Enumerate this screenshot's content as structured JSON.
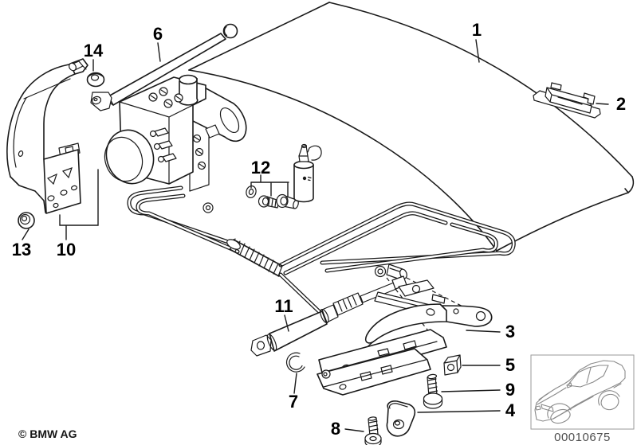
{
  "diagram": {
    "description_names": {
      "c1": "trunk-lid",
      "c2": "licence-plate-lamp",
      "c3": "hinge-assembly",
      "c4": "cover",
      "c5": "nut",
      "c6": "gas-strut",
      "c7": "snap-ring",
      "c8": "screw",
      "c9": "screw",
      "c10": "mounting-bracket",
      "c11": "hydraulic-cylinder",
      "c12": "fastener-set",
      "c13": "grommet",
      "c14": "flange-nut"
    },
    "callouts": {
      "c1": "1",
      "c2": "2",
      "c3": "3",
      "c4": "4",
      "c5": "5",
      "c6": "6",
      "c7": "7",
      "c8": "8",
      "c9": "9",
      "c10": "10",
      "c11": "11",
      "c12": "12",
      "c13": "13",
      "c14": "14"
    }
  },
  "footer": {
    "copyright": "© BMW AG"
  },
  "inset": {
    "image_id": "00010675"
  },
  "colors": {
    "background": "#ffffff",
    "line": "#1a1a1a",
    "inset_line": "#8a8a8a",
    "inset_text": "#4f4f4f",
    "label": "#000000"
  }
}
